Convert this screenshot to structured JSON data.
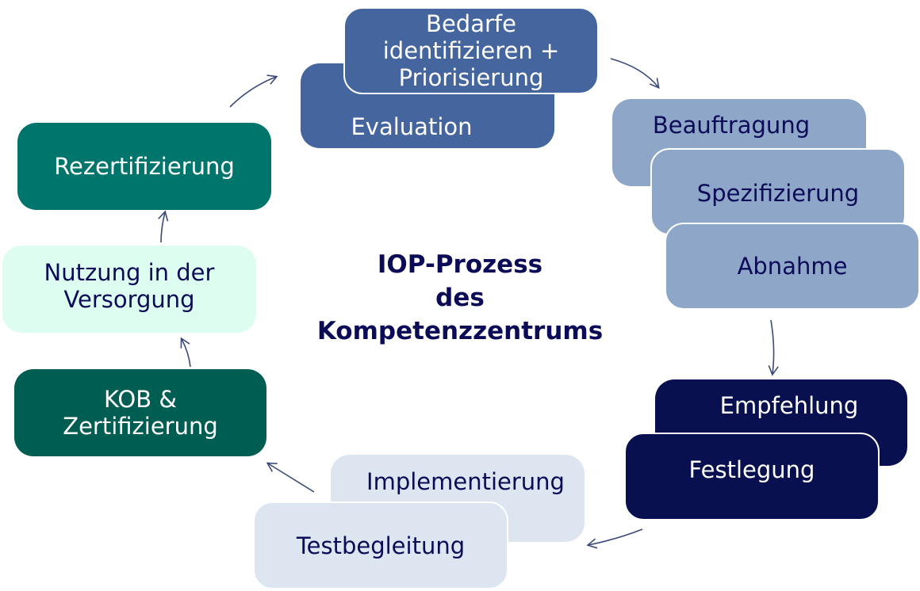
{
  "title": "IOP-Prozess\ndes\nKompetenzzentrums",
  "steps": {
    "bedarfe": "Bedarfe\nidentifizieren +\nPriorisierung",
    "evaluation": "Evaluation",
    "beauftragung": "Beauftragung",
    "spezifizierung": "Spezifizierung",
    "abnahme": "Abnahme",
    "empfehlung": "Empfehlung",
    "festlegung": "Festlegung",
    "implementierung": "Implementierung",
    "testbegleitung": "Testbegleitung",
    "kob": "KOB &\nZertifizierung",
    "nutzung": "Nutzung in der\nVersorgung",
    "rezertifizierung": "Rezertifizierung"
  },
  "colors": {
    "blue_mid": "#44659e",
    "blue_light": "#8ea7c9",
    "navy": "#09104f",
    "pale_blue": "#dde5f1",
    "teal": "#00756b",
    "dark_teal": "#005d52",
    "mint": "#ddfdf0"
  }
}
